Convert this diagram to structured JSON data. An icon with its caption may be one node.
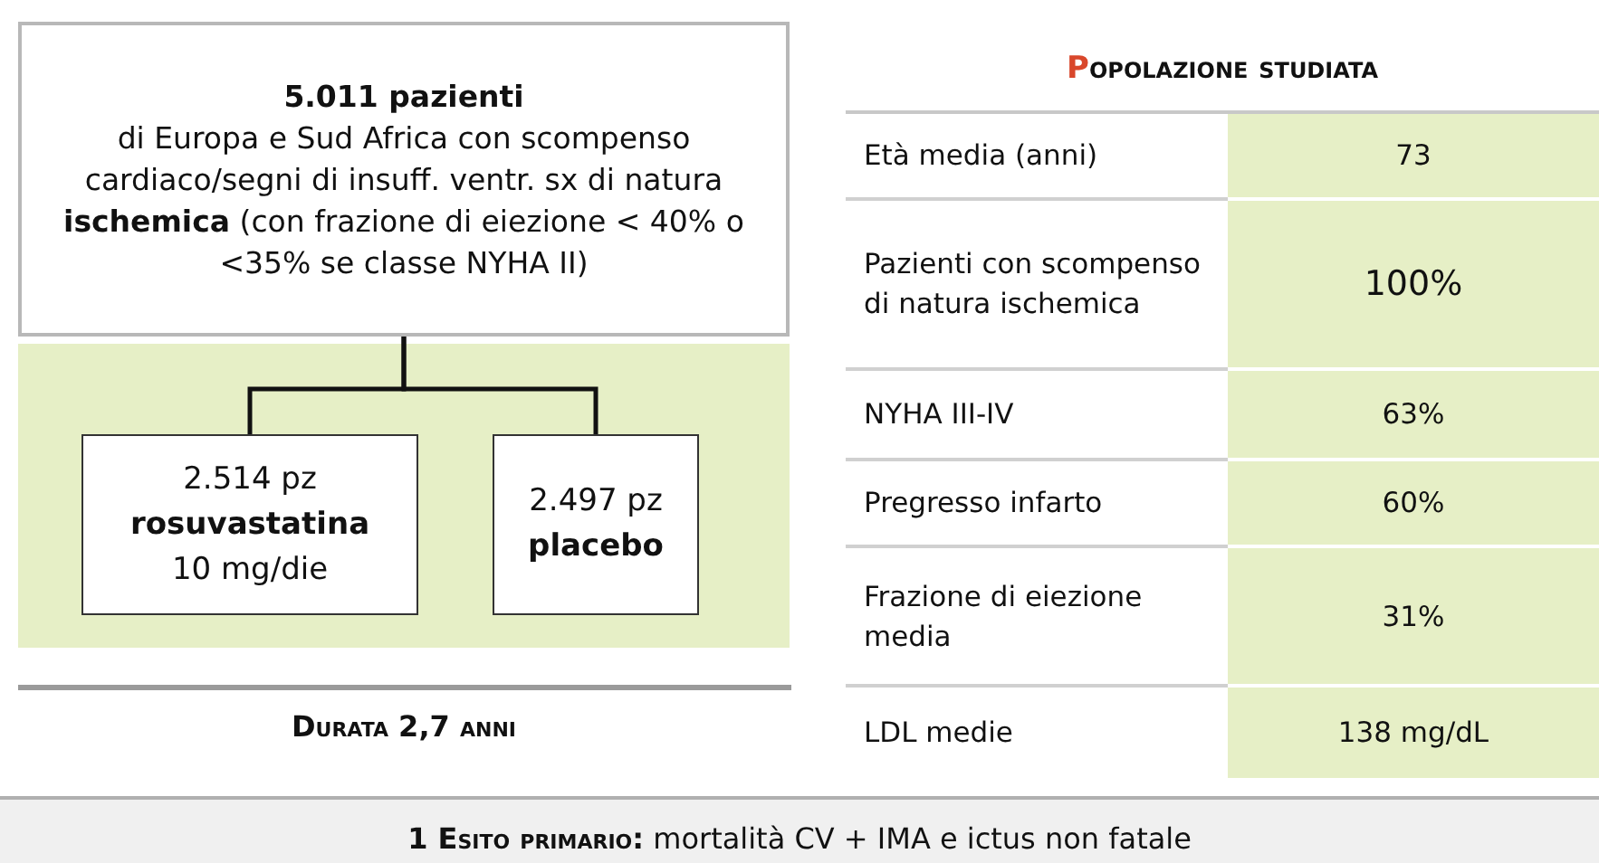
{
  "diagram": {
    "nodes": [
      {
        "text": [
          "5.011 pazienti",
          "di Europa e Sud Africa con scompenso cardiaco/segni di insuff. ventr. sx di natura **ischemica** (con frazione di eiezione < 40% o <35% se classe NYHA II)"
        ]
      },
      {
        "text": [
          "2.514 pz",
          "rosuvastatina",
          "10 mg/die"
        ]
      },
      {
        "text": [
          "2.497 pz",
          "placebo"
        ]
      }
    ],
    "edges": [
      {
        "from": 0,
        "to": 1,
        "arrow": "none"
      },
      {
        "from": 0,
        "to": 2,
        "arrow": "none"
      }
    ],
    "labels": [
      "Durata 2,7 anni",
      "Popolazione studiata",
      "Età media (anni)",
      "73",
      "Pazienti con scompenso di natura ischemica",
      "100%",
      "NYHA III-IV",
      "63%",
      "Pregresso infarto",
      "60%",
      "Frazione di eiezione media",
      "31%",
      "LDL medie",
      "138 mg/dL",
      "**1 Esito primario:** mortalità CV + IMA e ictus non fatale"
    ]
  }
}
